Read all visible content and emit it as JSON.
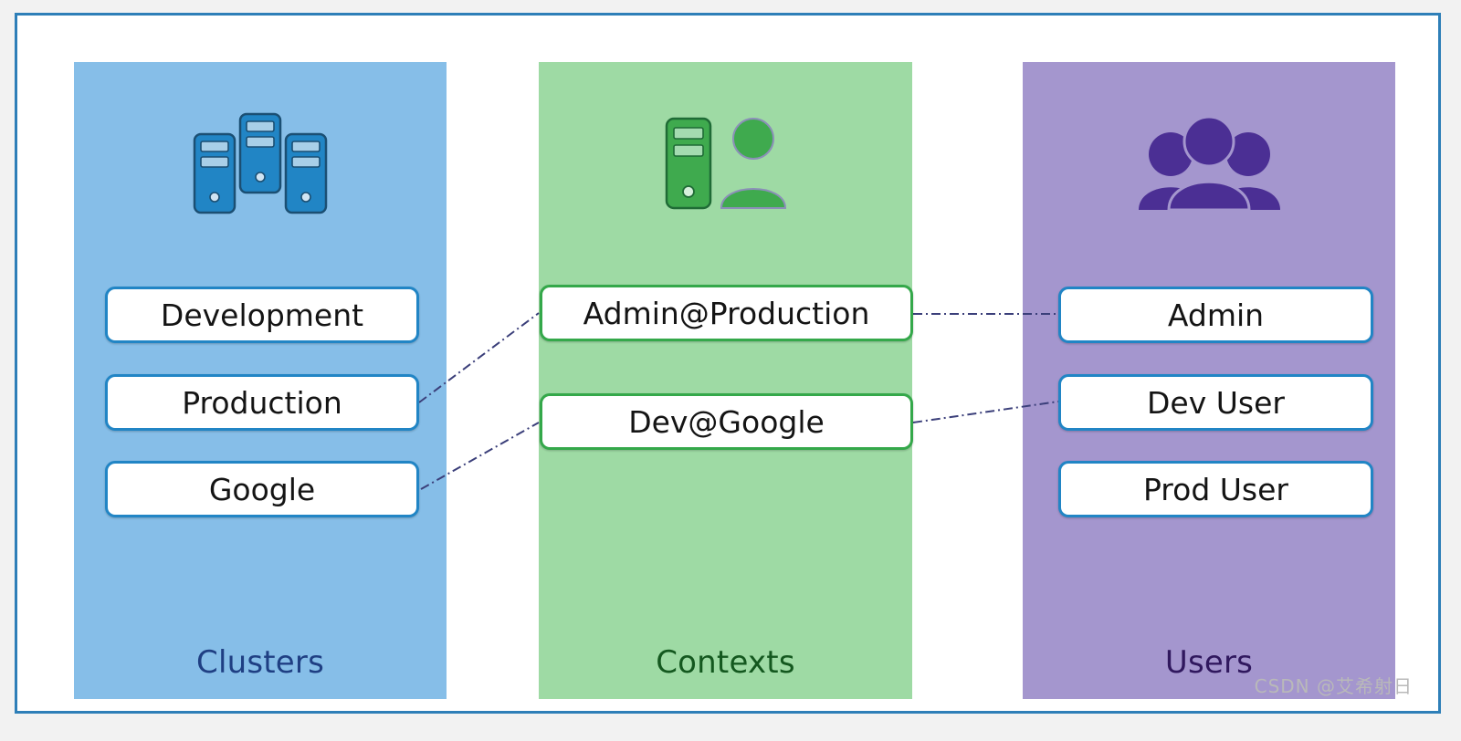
{
  "diagram": {
    "columns": [
      {
        "id": "clusters",
        "title": "Clusters",
        "icon": "servers-icon",
        "color": "#86bee8",
        "title_color": "#1f3f83",
        "border_color": "#2185c5",
        "items": [
          {
            "label": "Development"
          },
          {
            "label": "Production"
          },
          {
            "label": "Google"
          }
        ]
      },
      {
        "id": "contexts",
        "title": "Contexts",
        "icon": "server-and-user-icon",
        "color": "#9edaa4",
        "title_color": "#14581f",
        "border_color": "#34a84a",
        "items": [
          {
            "label": "Admin@Production"
          },
          {
            "label": "Dev@Google"
          }
        ]
      },
      {
        "id": "users",
        "title": "Users",
        "icon": "group-of-users-icon",
        "color": "#a496ce",
        "title_color": "#30185e",
        "border_color": "#2185c5",
        "items": [
          {
            "label": "Admin"
          },
          {
            "label": "Dev User"
          },
          {
            "label": "Prod User"
          }
        ]
      }
    ],
    "connectors": [
      {
        "from": "Production",
        "to": "Admin@Production"
      },
      {
        "from": "Google",
        "to": "Dev@Google"
      },
      {
        "from": "Admin@Production",
        "to": "Admin"
      },
      {
        "from": "Dev@Google",
        "to": "Dev User"
      }
    ],
    "connector_color": "#3b3f7a",
    "frame_border_color": "#2e7fb8"
  },
  "watermark": {
    "text": "CSDN @艾希射日"
  }
}
